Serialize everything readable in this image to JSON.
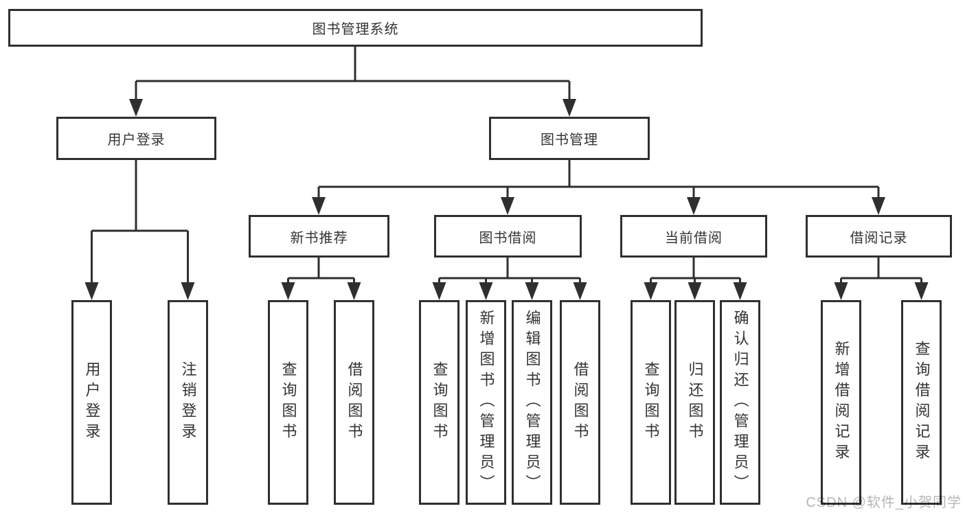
{
  "tree": {
    "root": {
      "label": "图书管理系统"
    },
    "branches": [
      {
        "label": "用户登录",
        "leaves": [
          {
            "label": "用户登录"
          },
          {
            "label": "注销登录"
          }
        ]
      },
      {
        "label": "图书管理",
        "sections": [
          {
            "label": "新书推荐",
            "leaves": [
              {
                "label": "查询图书"
              },
              {
                "label": "借阅图书"
              }
            ]
          },
          {
            "label": "图书借阅",
            "leaves": [
              {
                "label": "查询图书"
              },
              {
                "label": "新增图书（管理员）"
              },
              {
                "label": "编辑图书（管理员）"
              },
              {
                "label": "借阅图书"
              }
            ]
          },
          {
            "label": "当前借阅",
            "leaves": [
              {
                "label": "查询图书"
              },
              {
                "label": "归还图书"
              },
              {
                "label": "确认归还（管理员）"
              }
            ]
          },
          {
            "label": "借阅记录",
            "leaves": [
              {
                "label": "新增借阅记录"
              },
              {
                "label": "查询借阅记录"
              }
            ]
          }
        ]
      }
    ]
  },
  "watermark": {
    "text": "CSDN @软件_小贺同学"
  },
  "colors": {
    "line": "#2f2f2f",
    "text": "#333333",
    "watermark": "#b6b6b6",
    "background": "#ffffff"
  }
}
